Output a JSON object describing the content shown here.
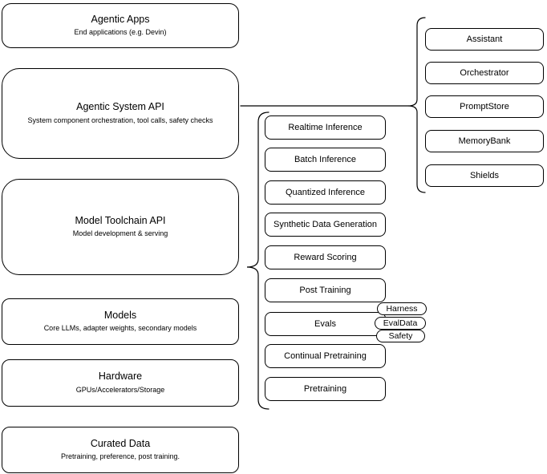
{
  "diagram": {
    "left_stack": [
      {
        "title": "Agentic Apps",
        "subtitle": "End applications (e.g. Devin)"
      },
      {
        "title": "Agentic System API",
        "subtitle": "System component orchestration, tool calls, safety checks"
      },
      {
        "title": "Model Toolchain API",
        "subtitle": "Model development & serving"
      },
      {
        "title": "Models",
        "subtitle": "Core LLMs, adapter weights, secondary models"
      },
      {
        "title": "Hardware",
        "subtitle": "GPUs/Accelerators/Storage"
      },
      {
        "title": "Curated Data",
        "subtitle": "Pretraining, preference, post training."
      }
    ],
    "toolchain_group": [
      "Realtime Inference",
      "Batch Inference",
      "Quantized Inference",
      "Synthetic Data Generation",
      "Reward Scoring",
      "Post Training",
      "Evals",
      "Continual Pretraining",
      "Pretraining"
    ],
    "evals_tags": [
      "Harness",
      "EvalData",
      "Safety"
    ],
    "system_group": [
      "Assistant",
      "Orchestrator",
      "PromptStore",
      "MemoryBank",
      "Shields"
    ],
    "colors": {
      "stroke": "#000000",
      "fill": "#ffffff",
      "text": "#000000"
    }
  }
}
